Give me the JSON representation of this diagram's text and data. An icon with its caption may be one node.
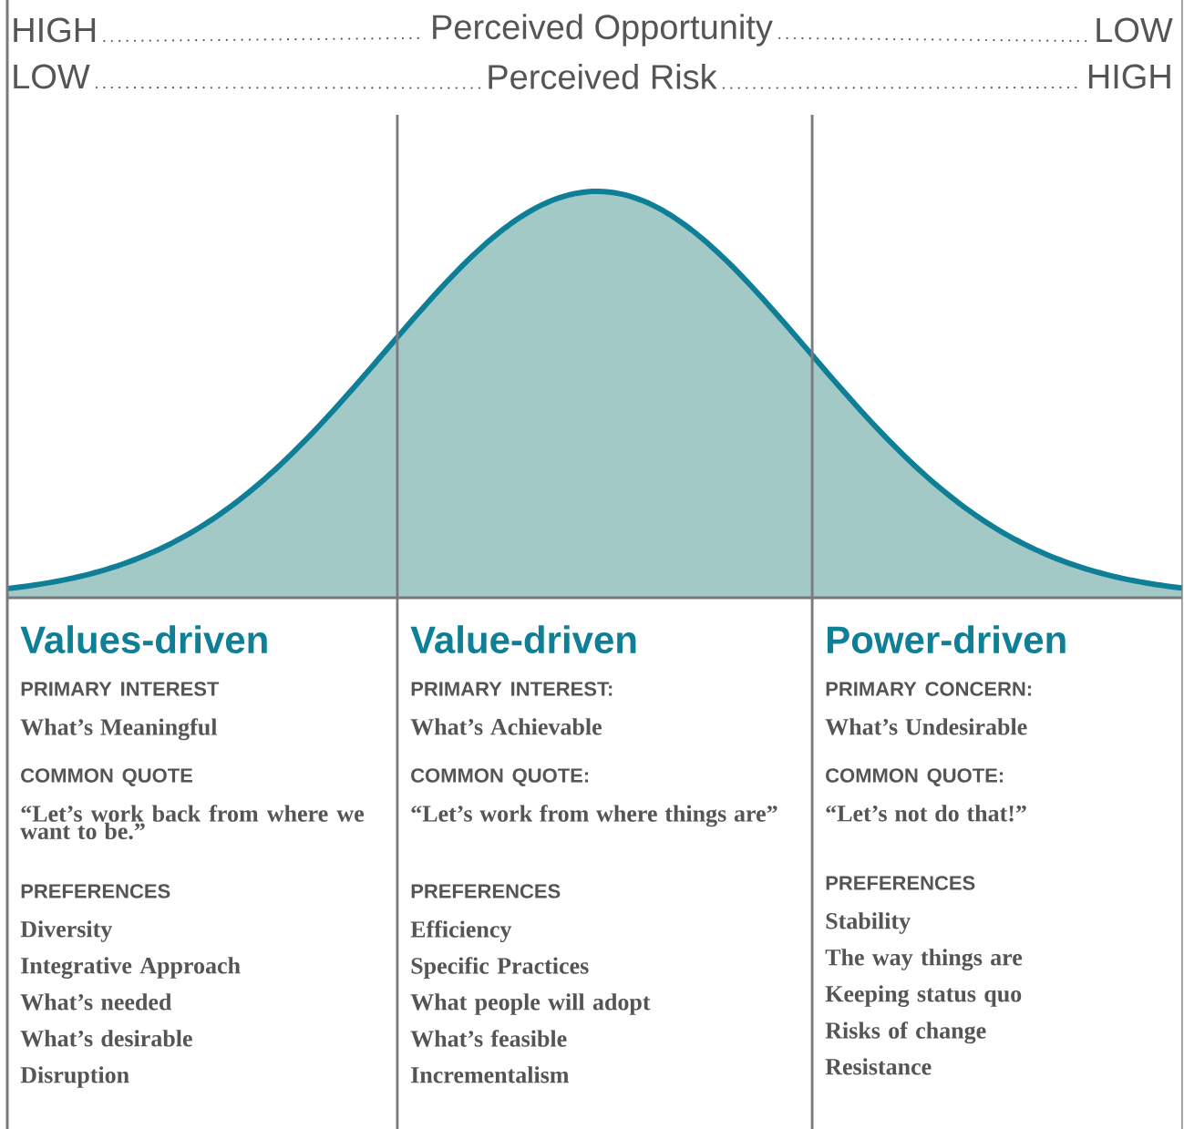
{
  "diagram": {
    "nodes": [
      {
        "text": [
          "Values-driven",
          "PRIMARY INTEREST",
          "What’s Meaningful",
          "COMMON QUOTE",
          "“Let’s work back from where we want to be.”",
          "PREFERENCES",
          "Diversity",
          "Integrative Approach",
          "What’s needed",
          "What’s desirable",
          "Disruption"
        ]
      },
      {
        "text": [
          "Value-driven",
          "PRIMARY INTEREST:",
          "What’s Achievable",
          "COMMON QUOTE:",
          "“Let’s work from where things are”",
          "PREFERENCES",
          "Efficiency",
          "Specific Practices",
          "What people will adopt",
          "What’s feasible",
          "Incrementalism"
        ]
      },
      {
        "text": [
          "Power-driven",
          "PRIMARY CONCERN:",
          "What’s Undesirable",
          "COMMON QUOTE:",
          "“Let’s not do that!”",
          "PREFERENCES",
          "Stability",
          "The way things are",
          "Keeping status quo",
          "Risks of change",
          "Resistance"
        ]
      }
    ],
    "labels": [
      "HIGH",
      "Perceived Opportunity",
      "LOW",
      "LOW",
      "Perceived Risk",
      "HIGH"
    ]
  }
}
